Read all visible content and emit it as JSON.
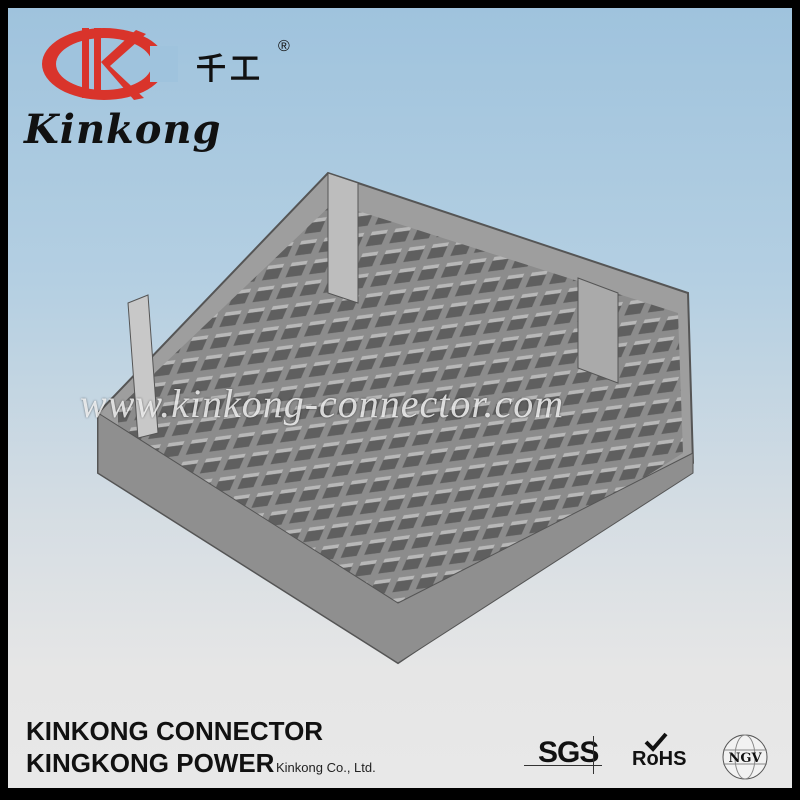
{
  "brand": {
    "logo_mark": "KC",
    "chinese_name": "千工",
    "registered": "®",
    "script_name": "Kinkong"
  },
  "watermark": "www.kinkong-connector.com",
  "footer": {
    "line1": "KINKONG CONNECTOR",
    "line2": "KINGKONG POWER",
    "company": "Kinkong  Co., Ltd."
  },
  "certifications": {
    "sgs": "SGS",
    "rohs": "RoHS",
    "ngv": "NGV"
  },
  "colors": {
    "logo_red": "#d9342b",
    "sky": "#9fc3dd",
    "part_gray": "#9a9a9a"
  }
}
